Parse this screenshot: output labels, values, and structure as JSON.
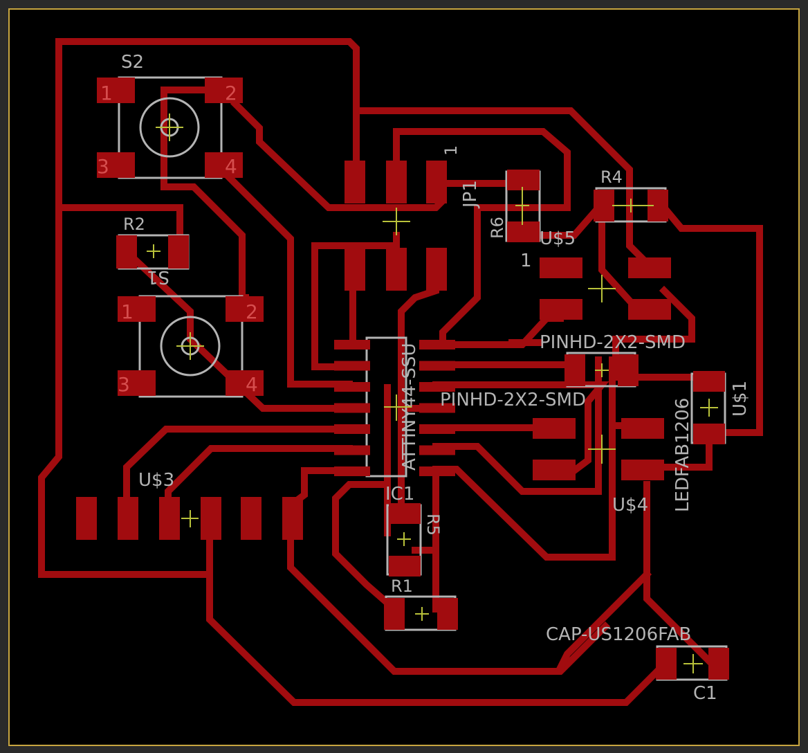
{
  "app": {
    "view": "board-layout",
    "colors": {
      "background": "#000000",
      "frame": "#2a2a2a",
      "outline": "#c8a640",
      "copper_top": "#a10c0f",
      "silkscreen": "#b4b4b4",
      "origin": "#b9c23a"
    }
  },
  "components": {
    "S2": {
      "name": "S2",
      "pins": [
        "1",
        "2",
        "3",
        "4"
      ]
    },
    "S1": {
      "name": "S1",
      "pins": [
        "1",
        "2",
        "3",
        "4"
      ]
    },
    "R2": {
      "name": "R2"
    },
    "JP1": {
      "name": "JP1",
      "pin1": "1"
    },
    "R6": {
      "name": "R6"
    },
    "R4": {
      "name": "R4"
    },
    "U5": {
      "name": "U$5",
      "pin1": "1",
      "value": "PINHD-2X2-SMD"
    },
    "IC1": {
      "name": "IC1",
      "value": "ATTINY44-SSU"
    },
    "U4": {
      "name": "U$4",
      "value": "PINHD-2X2-SMD"
    },
    "U1": {
      "name": "U$1",
      "value": "LEDFAB1206"
    },
    "U3": {
      "name": "U$3"
    },
    "R5": {
      "name": "R5"
    },
    "R1": {
      "name": "R1"
    },
    "C1": {
      "name": "C1",
      "value": "CAP-US1206FAB"
    }
  }
}
